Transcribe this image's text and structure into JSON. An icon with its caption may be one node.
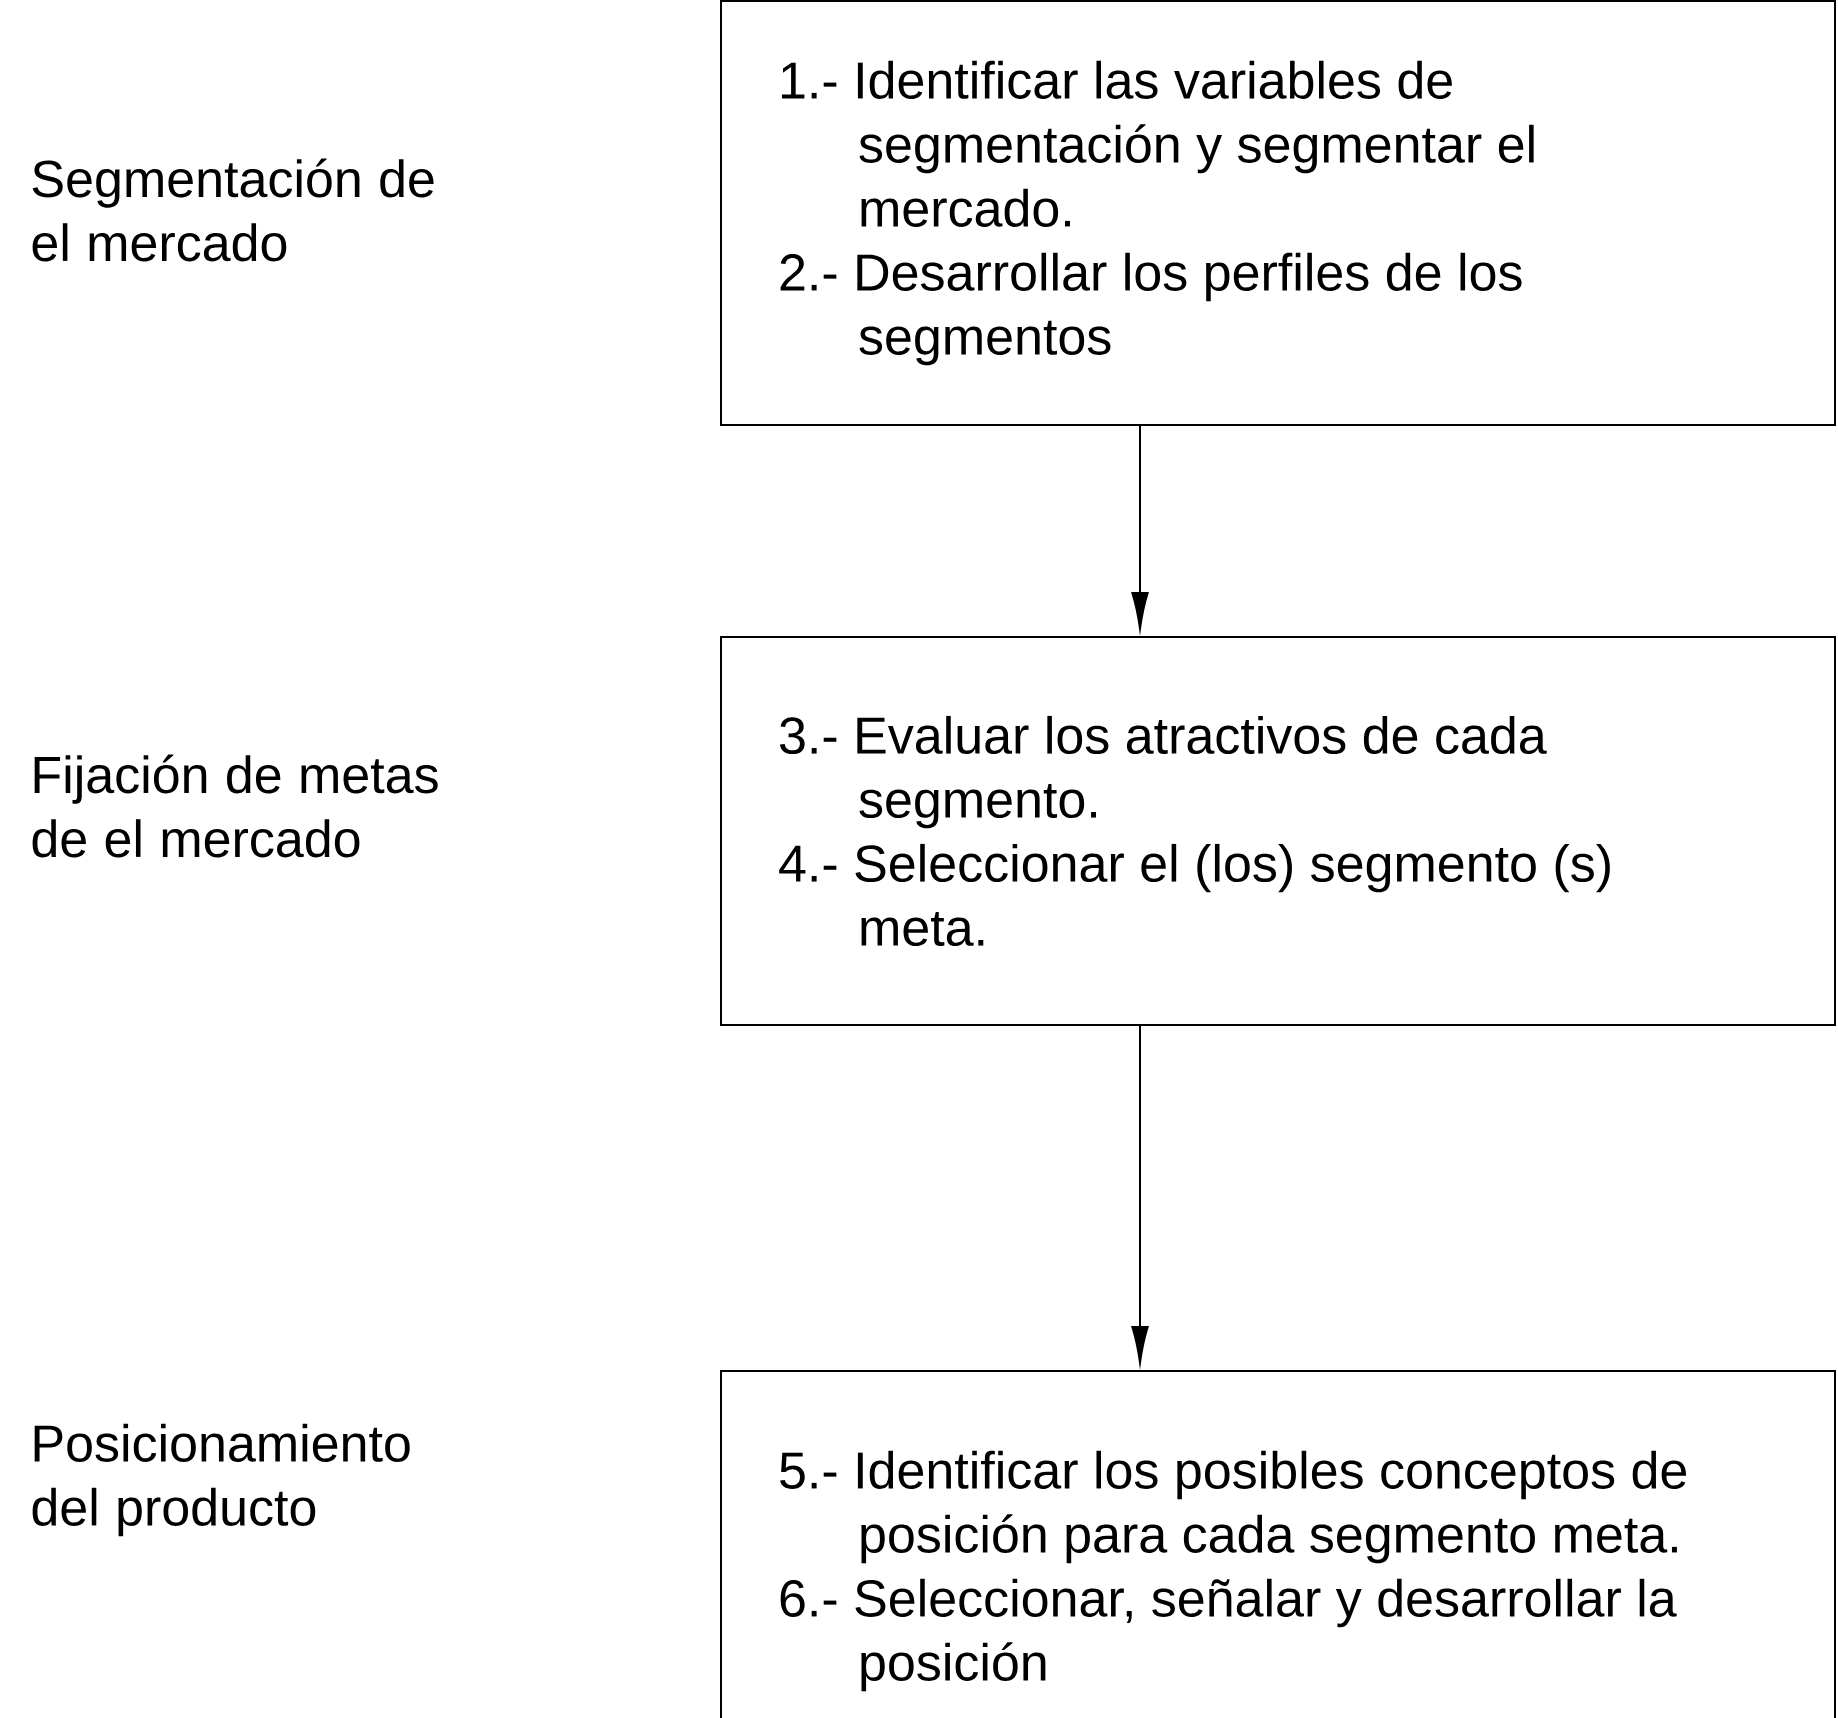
{
  "diagram": {
    "nodes": [
      {
        "text": [
          "1.- Identificar las variables de segmentación y segmentar el mercado.",
          "2.- Desarrollar los perfiles de los segmentos"
        ]
      },
      {
        "text": [
          "3.- Evaluar los atractivos de cada segmento.",
          "4.- Seleccionar el (los) segmento (s) meta."
        ]
      },
      {
        "text": [
          "5.- Identificar los posibles conceptos de posición para cada segmento meta.",
          "6.- Seleccionar, señalar y desarrollar la posición"
        ]
      }
    ],
    "edges": [
      {
        "from": 0,
        "to": 1,
        "arrow": "to"
      },
      {
        "from": 1,
        "to": 2,
        "arrow": "to"
      }
    ],
    "labels": [
      "Segmentación de el mercado",
      "Fijación de metas de el mercado",
      "Posicionamiento del producto"
    ]
  }
}
